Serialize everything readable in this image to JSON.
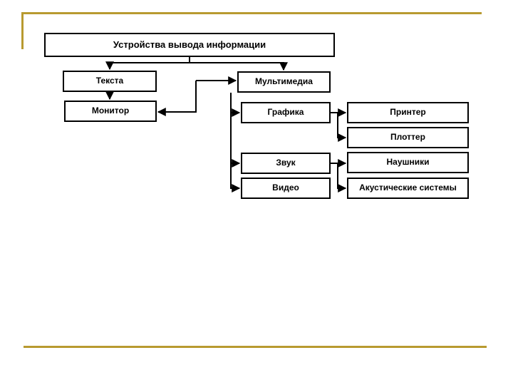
{
  "slide": {
    "title": "Устройства вывода информации",
    "background_color": "#ffffff",
    "accent_color": "#b89a30",
    "line_color": "#000000"
  },
  "decor": {
    "top_rule_label": "top-gold-rule",
    "left_rule_label": "left-gold-rule",
    "bottom_rule_label": "bottom-gold-rule"
  },
  "diagram": {
    "type": "hierarchy",
    "root": {
      "id": "root",
      "label": "Устройства вывода информации"
    },
    "nodes": [
      {
        "id": "root",
        "label": "Устройства вывода информации",
        "level": 0,
        "column": 0
      },
      {
        "id": "text",
        "label": "Текста",
        "level": 1,
        "column": 1
      },
      {
        "id": "multimedia",
        "label": "Мультимедиа",
        "level": 1,
        "column": 2
      },
      {
        "id": "monitor",
        "label": "Монитор",
        "level": 2,
        "column": 1
      },
      {
        "id": "graphics",
        "label": "Графика",
        "level": 2,
        "column": 2
      },
      {
        "id": "sound",
        "label": "Звук",
        "level": 2,
        "column": 2
      },
      {
        "id": "video",
        "label": "Видео",
        "level": 2,
        "column": 2
      },
      {
        "id": "printer",
        "label": "Принтер",
        "level": 3,
        "column": 3
      },
      {
        "id": "plotter",
        "label": "Плоттер",
        "level": 3,
        "column": 3
      },
      {
        "id": "headphones",
        "label": "Наушники",
        "level": 3,
        "column": 3
      },
      {
        "id": "speakers",
        "label": "Акустические системы",
        "level": 3,
        "column": 3
      }
    ],
    "edges": [
      {
        "from": "root",
        "to": "text"
      },
      {
        "from": "root",
        "to": "multimedia"
      },
      {
        "from": "text",
        "to": "monitor"
      },
      {
        "from": "multimedia",
        "to": "monitor"
      },
      {
        "from": "multimedia",
        "to": "graphics"
      },
      {
        "from": "multimedia",
        "to": "sound"
      },
      {
        "from": "multimedia",
        "to": "video"
      },
      {
        "from": "graphics",
        "to": "printer"
      },
      {
        "from": "graphics",
        "to": "plotter"
      },
      {
        "from": "sound",
        "to": "headphones"
      },
      {
        "from": "sound",
        "to": "speakers"
      }
    ]
  }
}
